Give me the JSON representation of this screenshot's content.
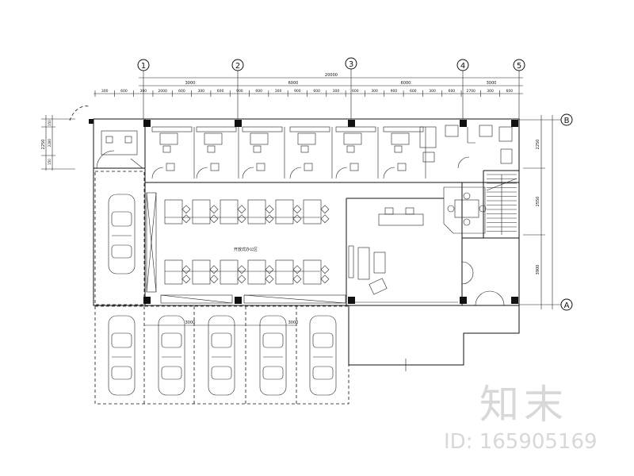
{
  "drawing": {
    "axes_top": [
      "1",
      "2",
      "3",
      "4",
      "5"
    ],
    "axes_right": [
      "B",
      "A"
    ],
    "overall_dim": "20000",
    "bay_dims": [
      "3000",
      "6000",
      "6000",
      "3000"
    ],
    "sub_dims": [
      "300",
      "600",
      "300",
      "2000",
      "600",
      "300",
      "600",
      "900",
      "600",
      "300",
      "900",
      "600",
      "300",
      "600",
      "300",
      "900",
      "600",
      "300",
      "600",
      "2700",
      "300",
      "600"
    ],
    "right_dims": [
      "2250",
      "2550",
      "3900"
    ],
    "left_dims": [
      "2250",
      "150",
      "150",
      "2280"
    ],
    "parking_dims": [
      "3000",
      "3000"
    ],
    "room_label": "开放式办公区"
  },
  "watermark": {
    "logo": "知末",
    "id": "ID: 165905169"
  }
}
